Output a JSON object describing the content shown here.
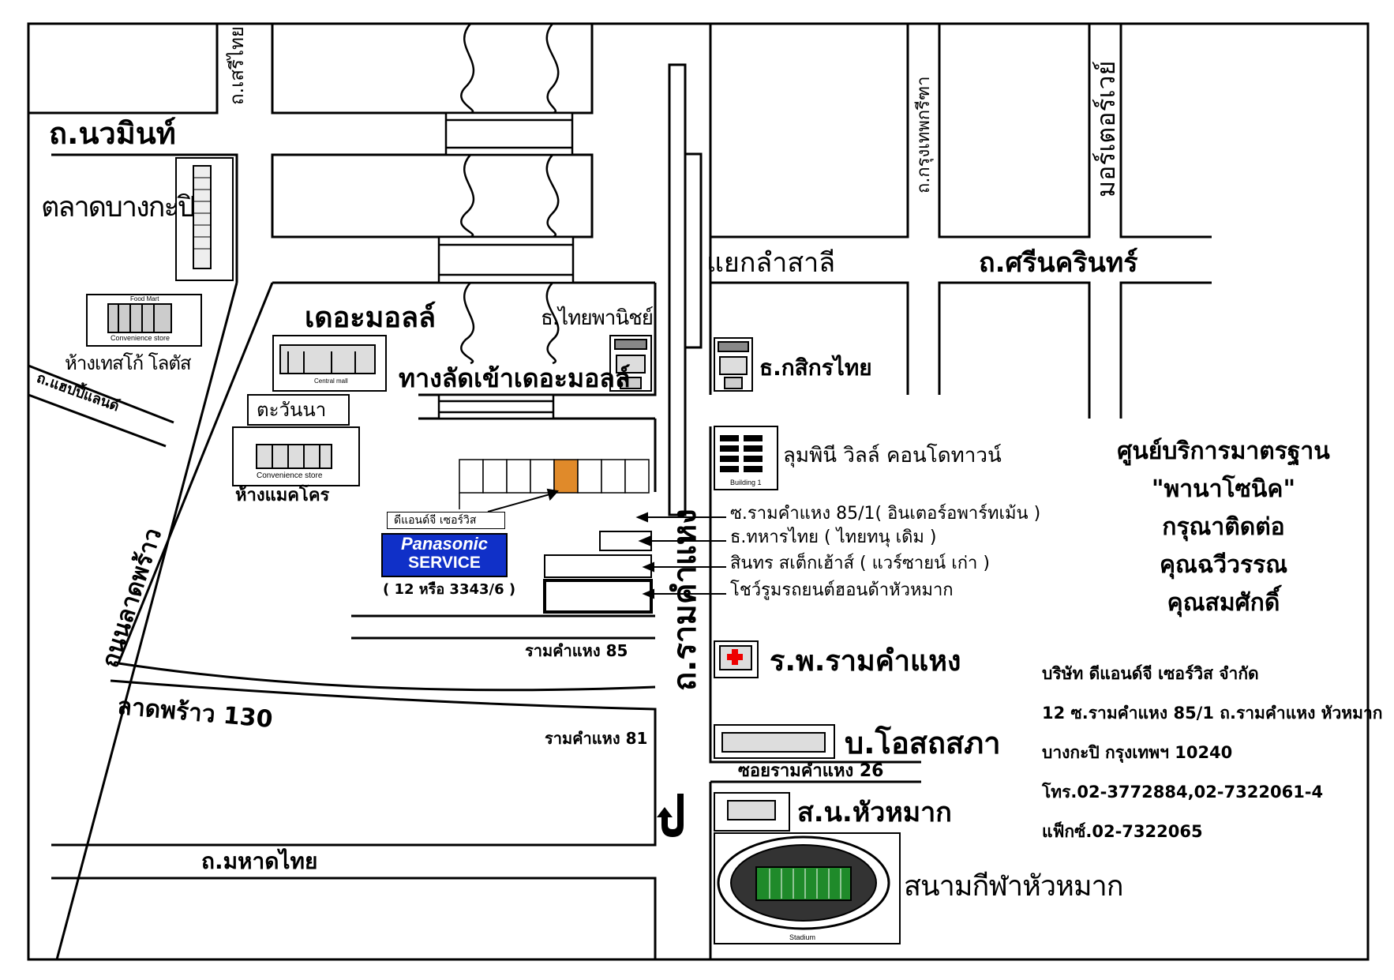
{
  "roads": {
    "nawamin": "ถ.นวมินท์",
    "serithai": "ถ.เสรีไทย",
    "happyland": "ถ.แฮปปี้แลนด์",
    "lat_phrao_road": "ถนนลาดพร้าว",
    "lat_phrao_130": "ลาดพร้าว 130",
    "mahatthai": "ถ.มหาดไทย",
    "ramkhamhaeng": "ถ.รามคำแหง",
    "ram85": "รามคำแหง 85",
    "ram81": "รามคำแหง 81",
    "soi_ram26": "ซอยรามคำแหง 26",
    "krungthep_kritha": "ถ.กรุงเทพกรีฑา",
    "motorway": "มอร์เตอร์เวย์",
    "srinakarin": "ถ.ศรีนครินทร์",
    "lam_sali": "แยกลำสาลี"
  },
  "landmarks": {
    "bangkapi_market": "ตลาดบางกะปิ",
    "tesco": "ห้างเทสโก้ โลตัส",
    "the_mall": "เดอะมอลล์",
    "thai_panich": "ธ.ไทยพานิชย์",
    "mall_shortcut": "ทางลัดเข้าเดอะมอลล์",
    "tawanna": "ตะวันนา",
    "makro": "ห้างแมคโคร",
    "kasikorn": "ธ.กสิกรไทย",
    "lumpini": "ลุมพินี วิลล์ คอนโดทาวน์",
    "dng_sign": "ดีแอนด์จี เซอร์วิส",
    "soi_ram85_1": "ซ.รามคำแหง 85/1( อินเตอร์อพาร์ทเม้น )",
    "tmb": "ธ.ทหารไทย ( ไทยทนุ เดิม )",
    "sinthorn": "สินทร สเต็กเฮ้าส์ ( แวร์ซายน์ เก่า )",
    "honda": "โชว์รูมรถยนต์ฮอนด้าหัวหมาก",
    "hospital": "ร.พ.รามคำแหง",
    "osotspa": "บ.โอสถสภา",
    "police": "ส.น.หัวหมาก",
    "stadium": "สนามกีฬาหัวหมาก"
  },
  "panasonic": {
    "line1": "Panasonic",
    "line2": "SERVICE",
    "address": "( 12 หรือ 3343/6 )"
  },
  "service_center": {
    "line1": "ศูนย์บริการมาตรฐาน",
    "line2": "\"พานาโซนิค\"",
    "line3": "กรุณาติดต่อ",
    "line4": "คุณฉวีวรรณ",
    "line5": "คุณสมศักดิ์"
  },
  "company": {
    "name": "บริษัท ดีแอนด์จี เซอร์วิส จำกัด",
    "address1": "12 ซ.รามคำแหง 85/1 ถ.รามคำแหง  หัวหมาก",
    "address2": "บางกะปิ กรุงเทพฯ  10240",
    "phone": "โทร.02-3772884,02-7322061-4",
    "fax": "แฟ็กซ์.02-7322065"
  },
  "icon_captions": {
    "food_mart": "Food Mart",
    "convenience_store": "Convenience store",
    "central": "Central mall",
    "building": "Building 1",
    "stadium": "Stadium"
  },
  "colors": {
    "panasonic_bg": "#1030c8",
    "highlight_shop": "#e08a2a",
    "field": "#1f8a2a"
  }
}
